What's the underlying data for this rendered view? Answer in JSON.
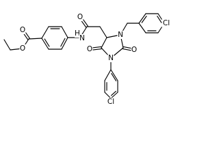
{
  "molecule": {
    "atom_labels": {
      "ester_carbonyl_o": "O",
      "ester_ether_o": "O",
      "amide_n": "N",
      "amide_h": "H",
      "amide_o": "O",
      "ring_n1": "N",
      "ring_n3": "N",
      "ring_o4": "O",
      "ring_o2": "O",
      "chloro_top": "Cl",
      "chloro_bottom": "Cl"
    }
  }
}
